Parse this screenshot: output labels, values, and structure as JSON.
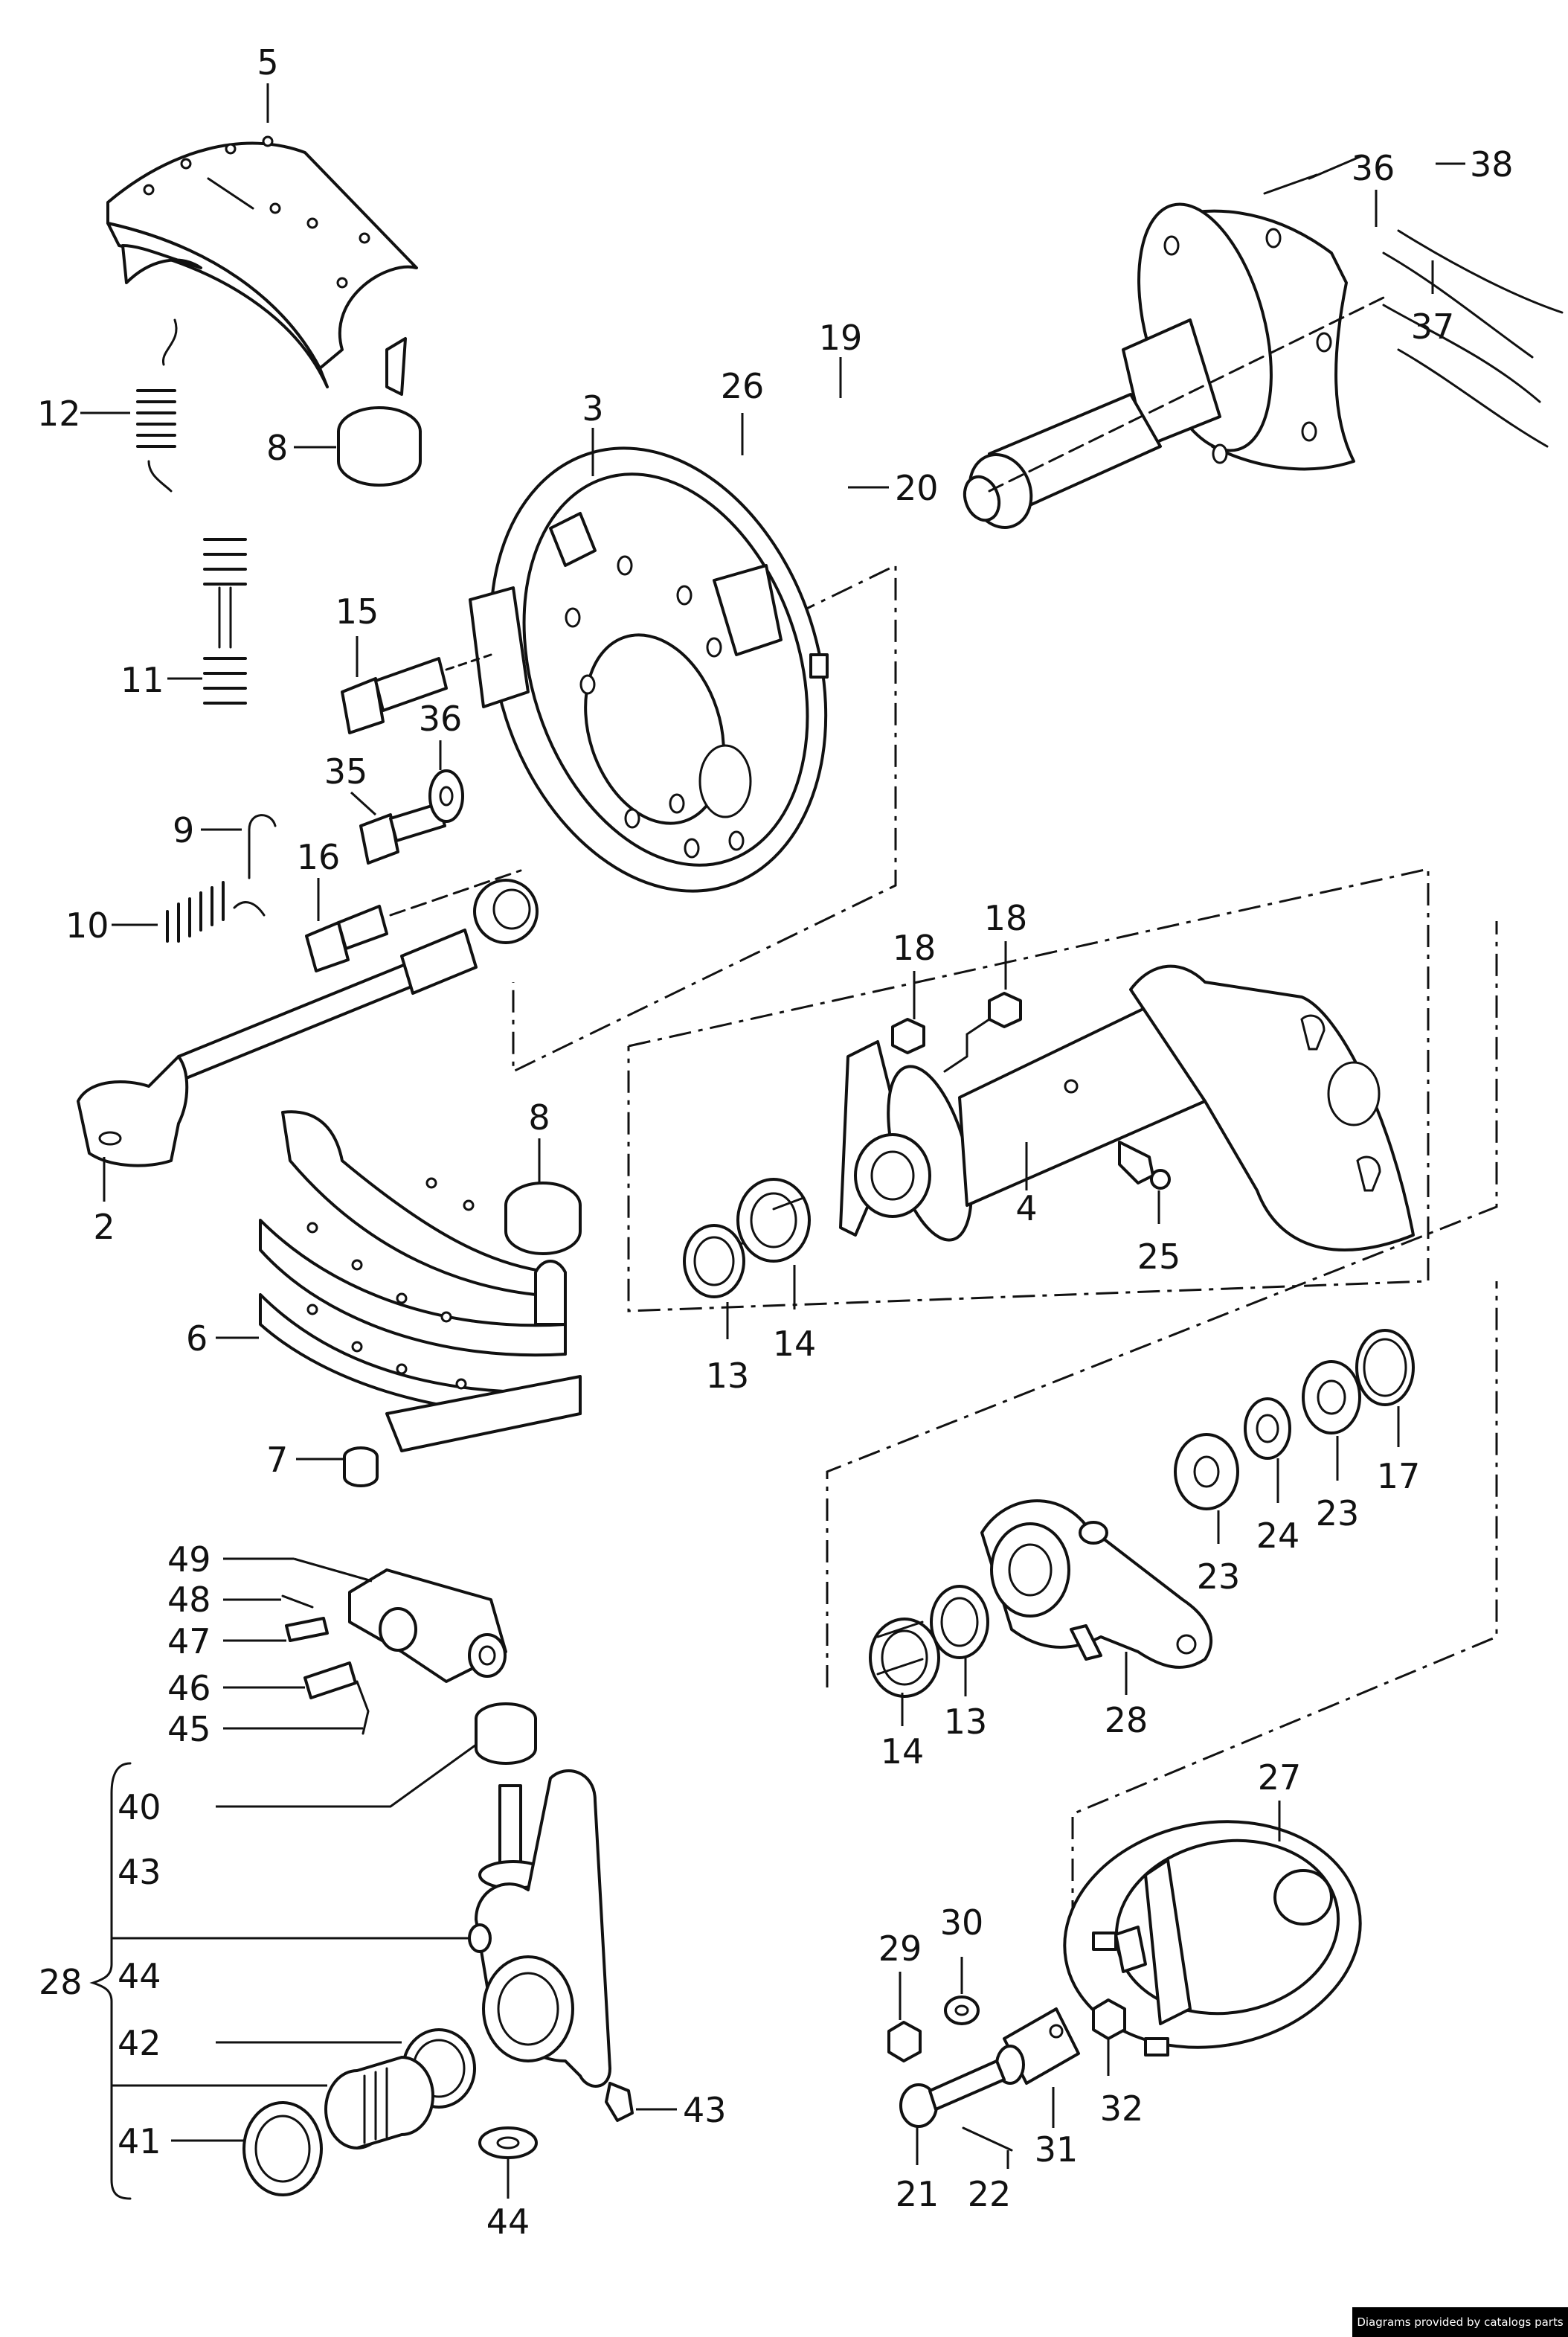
{
  "callouts": [
    {
      "id": "5",
      "text": "5"
    },
    {
      "id": "12",
      "text": "12"
    },
    {
      "id": "8a",
      "text": "8"
    },
    {
      "id": "11",
      "text": "11"
    },
    {
      "id": "3",
      "text": "3"
    },
    {
      "id": "26",
      "text": "26"
    },
    {
      "id": "19",
      "text": "19"
    },
    {
      "id": "20",
      "text": "20"
    },
    {
      "id": "36a",
      "text": "36"
    },
    {
      "id": "38",
      "text": "38"
    },
    {
      "id": "37",
      "text": "37"
    },
    {
      "id": "15",
      "text": "15"
    },
    {
      "id": "36b",
      "text": "36"
    },
    {
      "id": "35",
      "text": "35"
    },
    {
      "id": "9",
      "text": "9"
    },
    {
      "id": "16",
      "text": "16"
    },
    {
      "id": "10",
      "text": "10"
    },
    {
      "id": "2",
      "text": "2"
    },
    {
      "id": "8b",
      "text": "8"
    },
    {
      "id": "6",
      "text": "6"
    },
    {
      "id": "7",
      "text": "7"
    },
    {
      "id": "18a",
      "text": "18"
    },
    {
      "id": "18b",
      "text": "18"
    },
    {
      "id": "4",
      "text": "4"
    },
    {
      "id": "25",
      "text": "25"
    },
    {
      "id": "13a",
      "text": "13"
    },
    {
      "id": "14a",
      "text": "14"
    },
    {
      "id": "17",
      "text": "17"
    },
    {
      "id": "23a",
      "text": "23"
    },
    {
      "id": "24",
      "text": "24"
    },
    {
      "id": "23b",
      "text": "23"
    },
    {
      "id": "49",
      "text": "49"
    },
    {
      "id": "48",
      "text": "48"
    },
    {
      "id": "47",
      "text": "47"
    },
    {
      "id": "46",
      "text": "46"
    },
    {
      "id": "45",
      "text": "45"
    },
    {
      "id": "40",
      "text": "40"
    },
    {
      "id": "43a",
      "text": "43"
    },
    {
      "id": "28a",
      "text": "28"
    },
    {
      "id": "44a",
      "text": "44"
    },
    {
      "id": "42",
      "text": "42"
    },
    {
      "id": "41",
      "text": "41"
    },
    {
      "id": "43b",
      "text": "43"
    },
    {
      "id": "44b",
      "text": "44"
    },
    {
      "id": "14b",
      "text": "14"
    },
    {
      "id": "13b",
      "text": "13"
    },
    {
      "id": "28b",
      "text": "28"
    },
    {
      "id": "27",
      "text": "27"
    },
    {
      "id": "29",
      "text": "29"
    },
    {
      "id": "30",
      "text": "30"
    },
    {
      "id": "32",
      "text": "32"
    },
    {
      "id": "31",
      "text": "31"
    },
    {
      "id": "21",
      "text": "21"
    },
    {
      "id": "22",
      "text": "22"
    }
  ],
  "credit": "Diagrams provided by catalogs parts"
}
